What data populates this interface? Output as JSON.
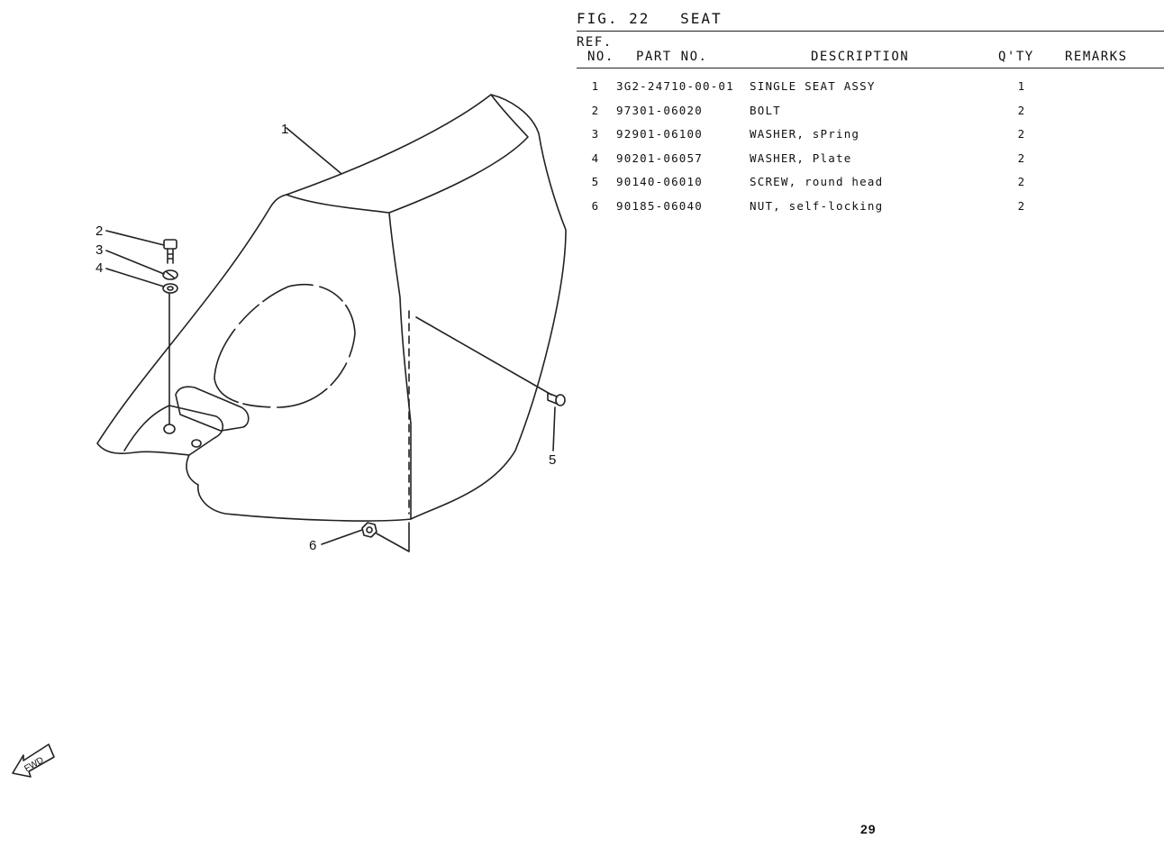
{
  "figure": {
    "label": "FIG. 22",
    "title": "SEAT"
  },
  "table": {
    "headers": {
      "ref_top": "REF.",
      "ref_bottom": "NO.",
      "part_no": "PART NO.",
      "description": "DESCRIPTION",
      "qty": "Q'TY",
      "remarks": "REMARKS"
    },
    "rows": [
      {
        "ref": "1",
        "part_no": "3G2-24710-00-01",
        "description": "SINGLE SEAT ASSY",
        "qty": "1",
        "remarks": ""
      },
      {
        "ref": "2",
        "part_no": "97301-06020",
        "description": "BOLT",
        "qty": "2",
        "remarks": ""
      },
      {
        "ref": "3",
        "part_no": "92901-06100",
        "description": "WASHER, sPring",
        "qty": "2",
        "remarks": ""
      },
      {
        "ref": "4",
        "part_no": "90201-06057",
        "description": "WASHER, Plate",
        "qty": "2",
        "remarks": ""
      },
      {
        "ref": "5",
        "part_no": "90140-06010",
        "description": "SCREW, round head",
        "qty": "2",
        "remarks": ""
      },
      {
        "ref": "6",
        "part_no": "90185-06040",
        "description": "NUT, self-locking",
        "qty": "2",
        "remarks": ""
      }
    ]
  },
  "diagram": {
    "callouts": [
      "1",
      "2",
      "3",
      "4",
      "5",
      "6"
    ],
    "fwd_label": "FWD"
  },
  "page_number": "29"
}
